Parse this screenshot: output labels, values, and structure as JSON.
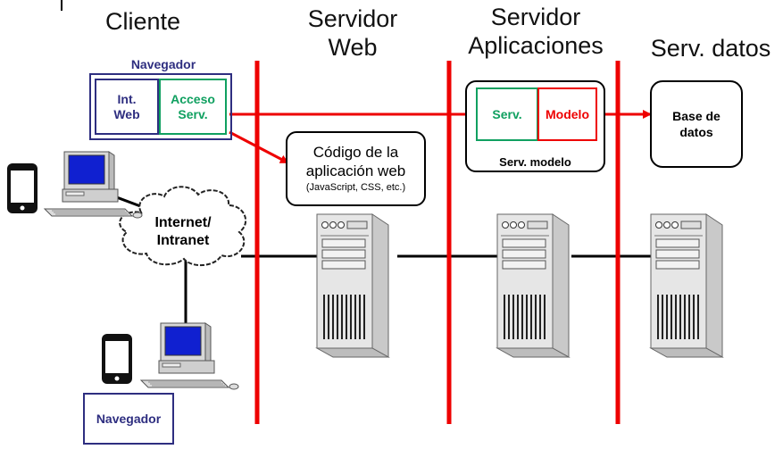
{
  "columns": {
    "client": "Cliente",
    "web_server_line1": "Servidor",
    "web_server_line2": "Web",
    "app_server_line1": "Servidor",
    "app_server_line2": "Aplicaciones",
    "data_server": "Serv. datos"
  },
  "browser_top": {
    "title": "Navegador",
    "int_web_line1": "Int.",
    "int_web_line2": "Web",
    "acceso_line1": "Acceso",
    "acceso_line2": "Serv."
  },
  "web_app_code": {
    "line1": "Código de la",
    "line2": "aplicación web",
    "line3": "(JavaScript, CSS, etc.)"
  },
  "serv_modelo": {
    "serv": "Serv.",
    "modelo": "Modelo",
    "caption": "Serv. modelo"
  },
  "database": {
    "line1": "Base de",
    "line2": "datos"
  },
  "network": {
    "line1": "Internet/",
    "line2": "Intranet"
  },
  "browser_bottom": {
    "label": "Navegador"
  },
  "colors": {
    "red": "#ee0000",
    "navy": "#2e2e80",
    "green": "#10a060",
    "black": "#000000"
  },
  "icons": [
    "smartphone-icon",
    "desktop-computer-icon",
    "cloud-icon",
    "server-tower-icon"
  ]
}
